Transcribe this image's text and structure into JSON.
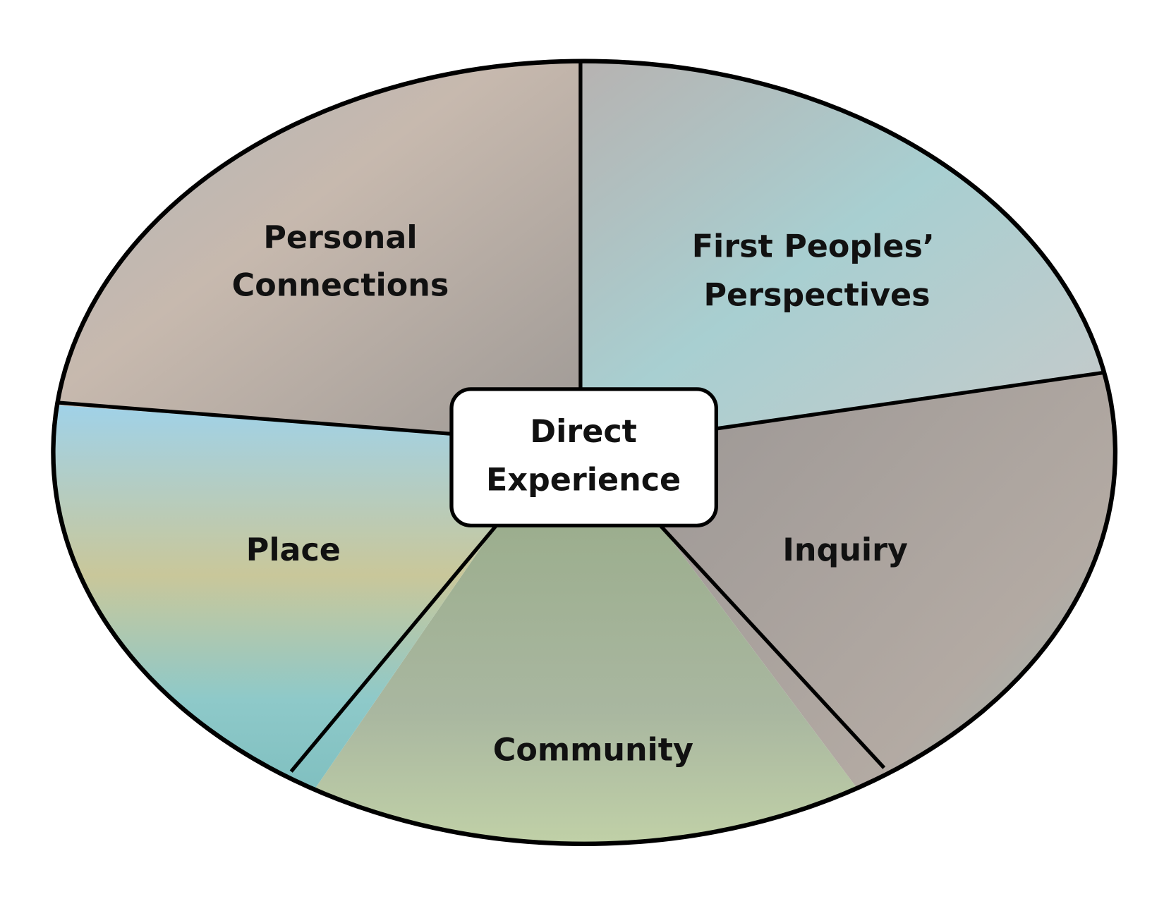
{
  "center": {
    "line1": "Direct",
    "line2": "Experience"
  },
  "segments": [
    {
      "id": "personal-connections",
      "line1": "Personal",
      "line2": "Connections",
      "color": "#b9b4ae"
    },
    {
      "id": "first-peoples-perspectives",
      "line1": "First Peoples’",
      "line2": "Perspectives",
      "color": "#cfc7c6"
    },
    {
      "id": "inquiry",
      "line1": "Inquiry",
      "color": "#a9a4a1"
    },
    {
      "id": "community",
      "line1": "Community",
      "color": "#b7c9a4"
    },
    {
      "id": "place",
      "line1": "Place",
      "color": "#a9cdd6"
    }
  ]
}
